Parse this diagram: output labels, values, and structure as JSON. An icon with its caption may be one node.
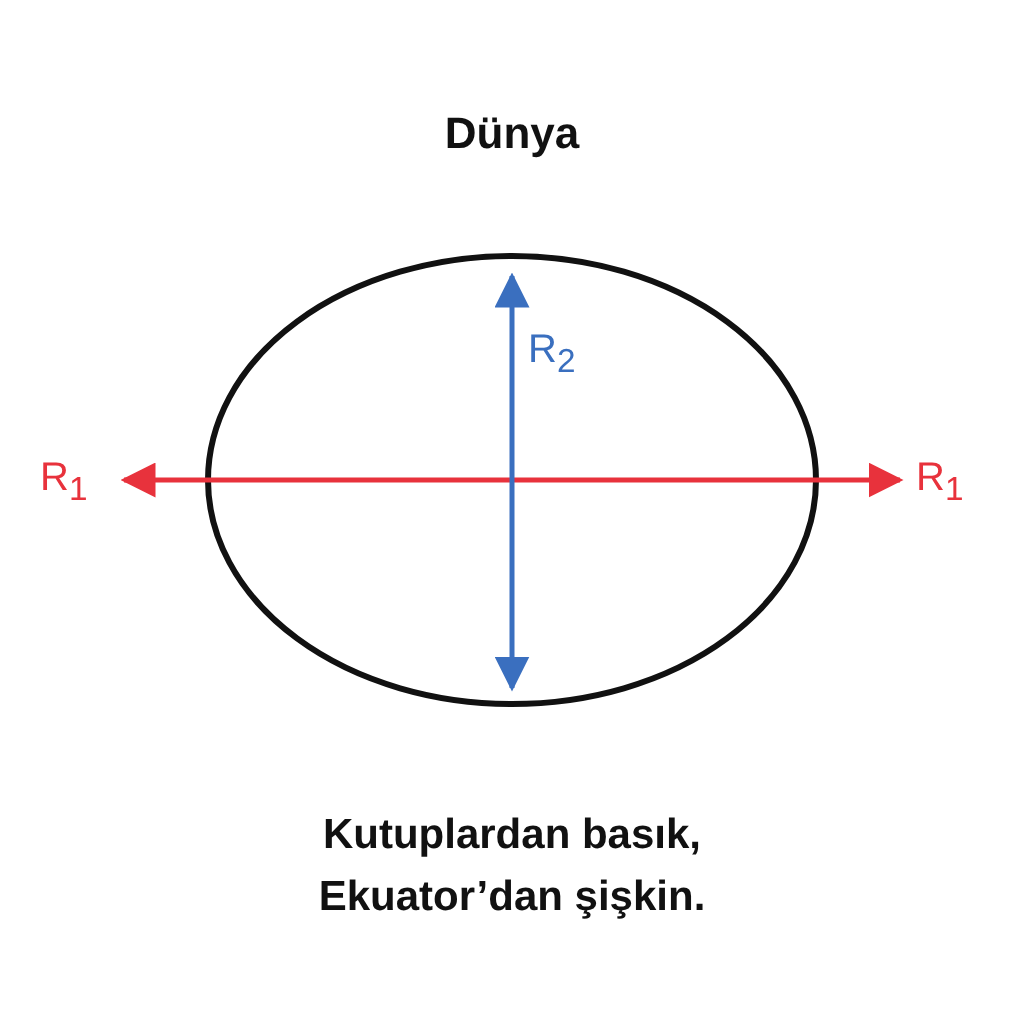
{
  "diagram": {
    "title": "Dünya",
    "caption": "Kutuplardan basık, Ekuator’dan şişkin.",
    "labels": [
      "R$_{1}$",
      "R$_{2}$",
      "R$_{1}$"
    ]
  }
}
